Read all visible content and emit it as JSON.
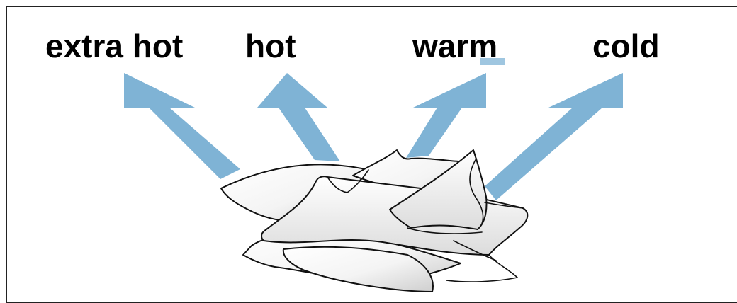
{
  "labels": {
    "extra_hot": "extra hot",
    "hot": "hot",
    "warm": "warm",
    "cold": "cold"
  },
  "colors": {
    "arrow": "#7fb3d5",
    "outline": "#111111",
    "label": "#000000",
    "highlight": "#7fb3d5"
  },
  "icons": {
    "arrows": "arrow-up-icon",
    "laundry": "laundry-pile-icon"
  }
}
